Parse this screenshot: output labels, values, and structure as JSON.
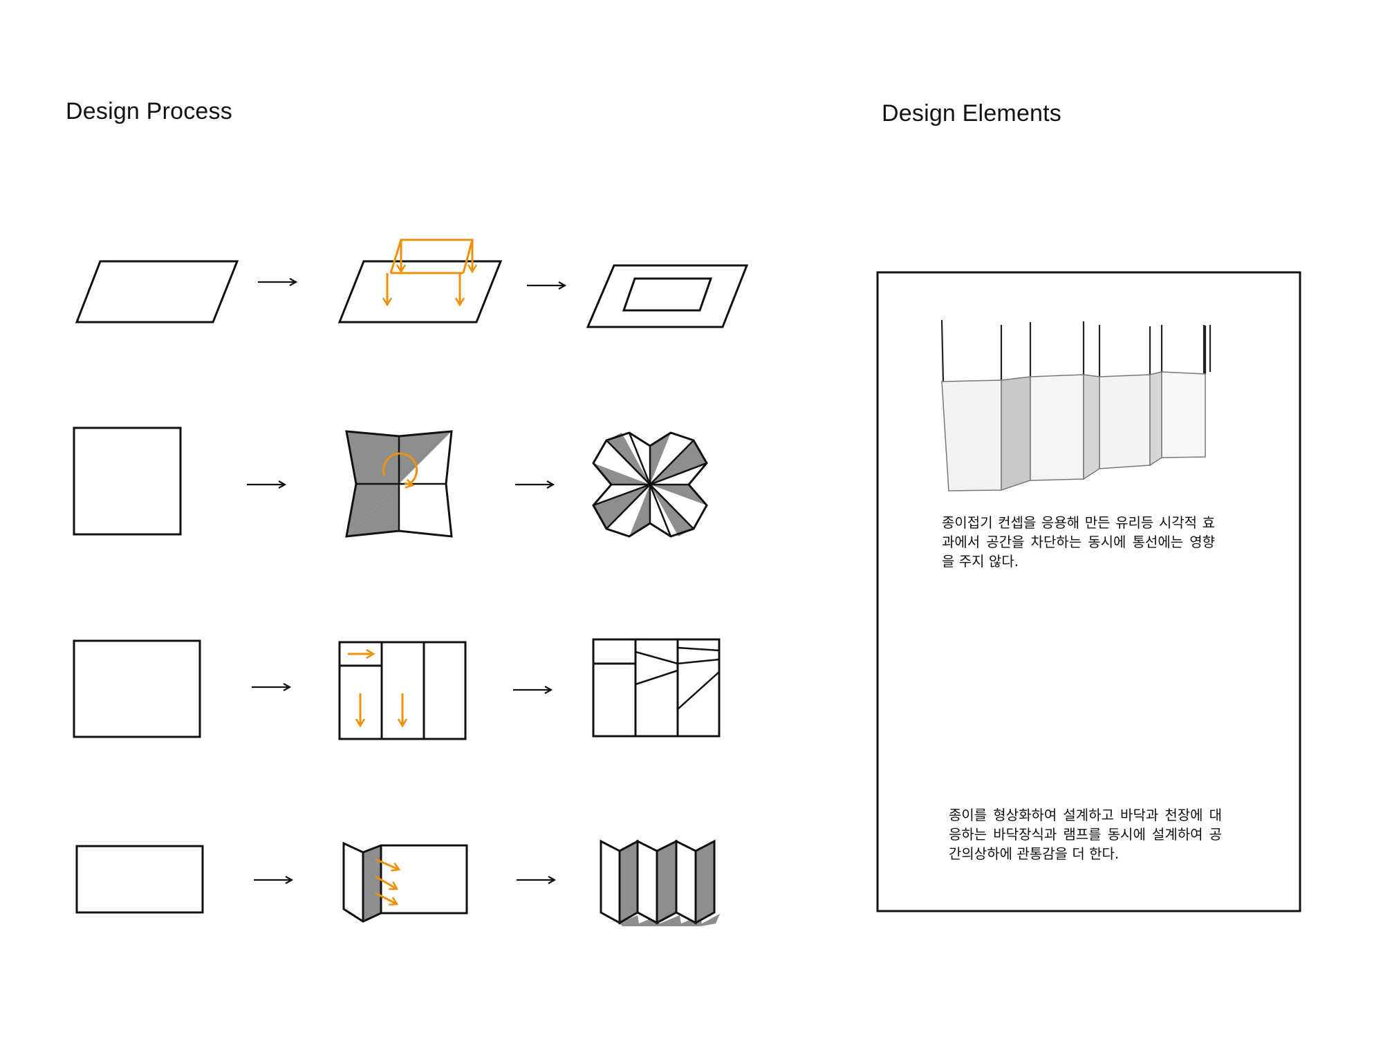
{
  "process": {
    "title": "Design Process"
  },
  "elements": {
    "title": "Design Elements",
    "caption_1": "종이접기 컨셉을 응용해 만든 유리등 시각적 효과에서 공간을 차단하는 동시에 통선에는 영향을 주지 않다.",
    "caption_2": "종이를 형상화하여 설계하고 바닥과 천장에 대응하는 바닥장식과 램프를 동시에 설계하여 공간의상하에 관통감을 더 한다."
  },
  "colors": {
    "accent": "#f0900a",
    "fold_gray": "#8e8e8e",
    "line": "#111111"
  }
}
